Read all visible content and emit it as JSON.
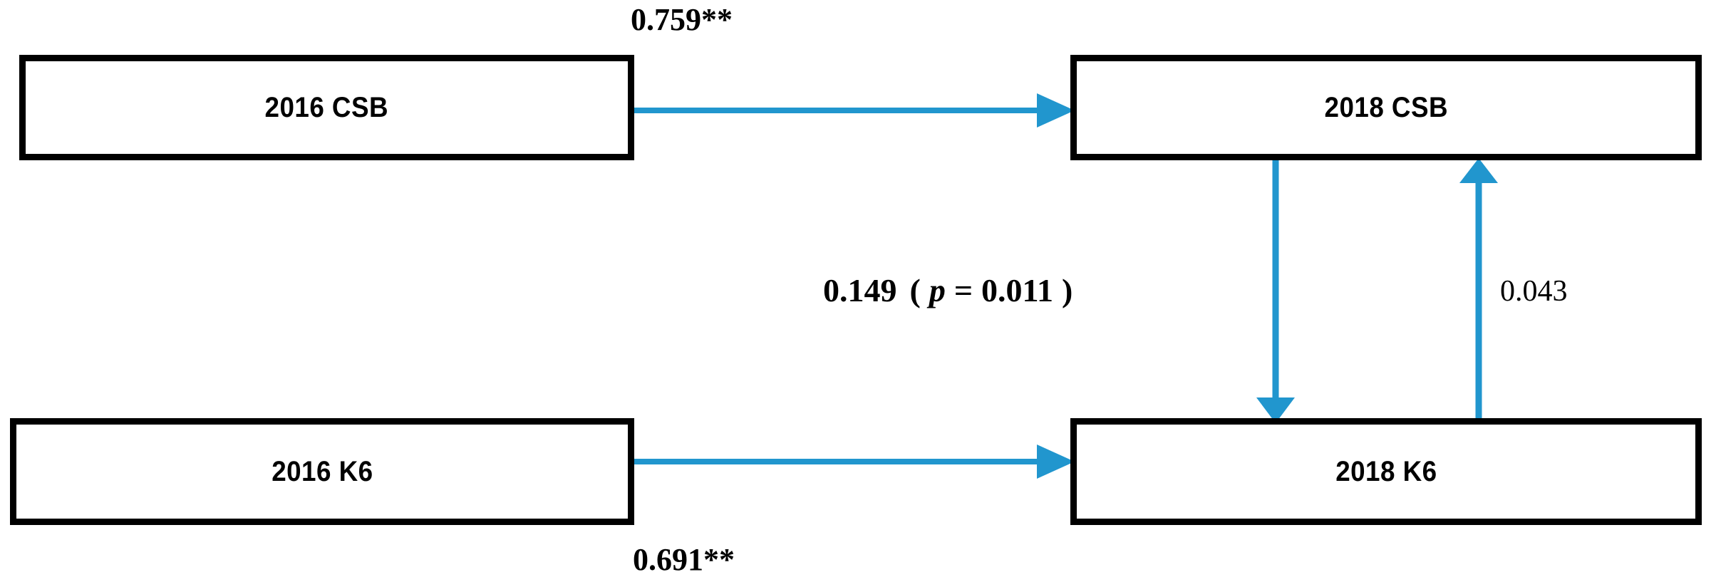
{
  "diagram": {
    "type": "cross-lagged-panel-model",
    "colors": {
      "arrow": "#2196CE",
      "box_border": "#000000",
      "text": "#000000",
      "background": "#ffffff"
    },
    "nodes": [
      {
        "id": "csb_2016",
        "label": "2016 CSB"
      },
      {
        "id": "csb_2018",
        "label": "2018 CSB"
      },
      {
        "id": "k6_2016",
        "label": "2016 K6"
      },
      {
        "id": "k6_2018",
        "label": "2018 K6"
      }
    ],
    "paths": [
      {
        "id": "csb_autoregressive",
        "from": "csb_2016",
        "to": "csb_2018",
        "direction": "horizontal-right",
        "label": "0.759**",
        "coefficient": "0.759",
        "significance": "**",
        "style": "bold"
      },
      {
        "id": "k6_autoregressive",
        "from": "k6_2016",
        "to": "k6_2018",
        "direction": "horizontal-right",
        "label": "0.691**",
        "coefficient": "0.691",
        "significance": "**",
        "style": "bold"
      },
      {
        "id": "csb_to_k6_cross",
        "from": "csb_2018",
        "to": "k6_2018",
        "direction": "vertical-down",
        "coefficient": "0.149",
        "p_prefix": "(",
        "p_symbol": "p",
        "p_equals": "=",
        "p_value": "0.011",
        "p_suffix": ")",
        "label": "0.149 ( p = 0.011 )",
        "style": "bold"
      },
      {
        "id": "k6_to_csb_cross",
        "from": "k6_2018",
        "to": "csb_2018",
        "direction": "vertical-up",
        "coefficient": "0.043",
        "label": "0.043",
        "style": "regular"
      }
    ]
  }
}
